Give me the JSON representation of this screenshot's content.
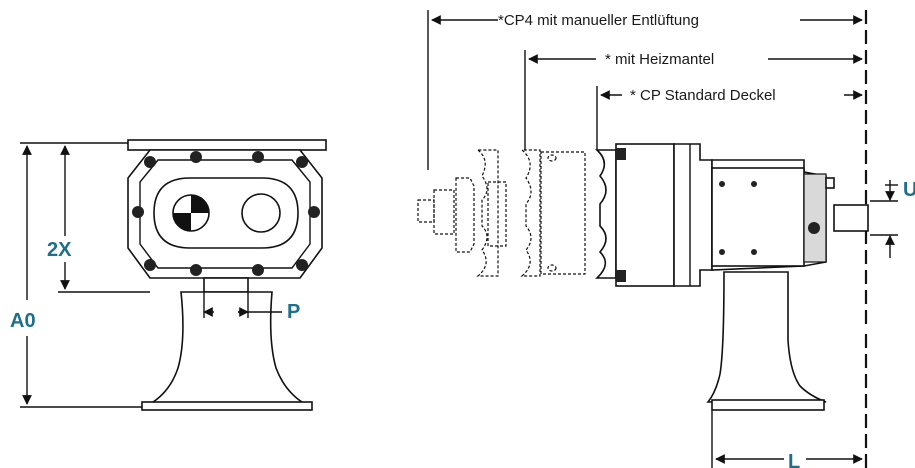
{
  "labels": {
    "cp4_vent": "*CP4 mit manueller Entlüftung",
    "heating_jacket": "* mit Heizmantel",
    "cp_standard_cover": "* CP Standard Deckel"
  },
  "dimensions": {
    "a0": "A0",
    "two_x": "2X",
    "p": "P",
    "u": "U",
    "l": "L"
  },
  "colors": {
    "dimension_text": "#1f6f8b",
    "line": "#111111"
  }
}
